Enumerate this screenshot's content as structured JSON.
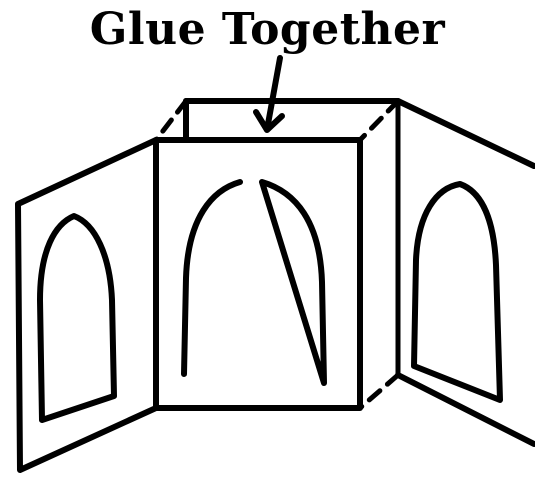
{
  "title": "Glue Together",
  "colors": {
    "ink": "#000000",
    "paper": "#ffffff"
  },
  "diagram": {
    "panels": [
      "left-panel",
      "center-panel",
      "right-panel"
    ],
    "icons": [
      "arrow-down-icon",
      "arch-window-icon"
    ]
  }
}
